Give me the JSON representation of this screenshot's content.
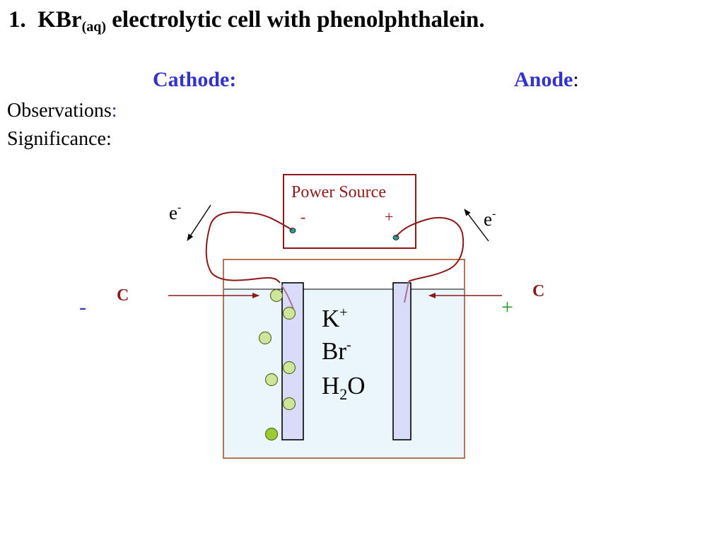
{
  "title": {
    "number": "1.",
    "formula": "KBr",
    "state": "(aq)",
    "rest": "electrolytic cell with phenolphthalein."
  },
  "labels": {
    "cathode": "Cathode:",
    "anode": "Anode",
    "anode_colon": ":",
    "observations": "Observations",
    "observations_colon": ":",
    "significance": "Significance:"
  },
  "diagram": {
    "power_source": {
      "label": "Power Source",
      "minus": "-",
      "plus": "+"
    },
    "electron_left": {
      "base": "e",
      "sup": "-"
    },
    "electron_right": {
      "base": "e",
      "sup": "-"
    },
    "left_electrode": {
      "material": "C",
      "sign": "-"
    },
    "right_electrode": {
      "material": "C",
      "sign": "+"
    },
    "ions": [
      {
        "base": "K",
        "sup": "+"
      },
      {
        "base": "Br",
        "sup": "-"
      },
      {
        "base": "H",
        "sub": "2",
        "tail": "O"
      }
    ],
    "colors": {
      "wire": "#8b1a1a",
      "container_border": "#a0522d",
      "solution": "#eaf6fc",
      "electrode_fill": "#d9dcf8",
      "bubble": "#cfe69a",
      "bubble_dark": "#9ccc2e",
      "minus_sign": "#3333cc",
      "plus_sign": "#229922"
    }
  }
}
